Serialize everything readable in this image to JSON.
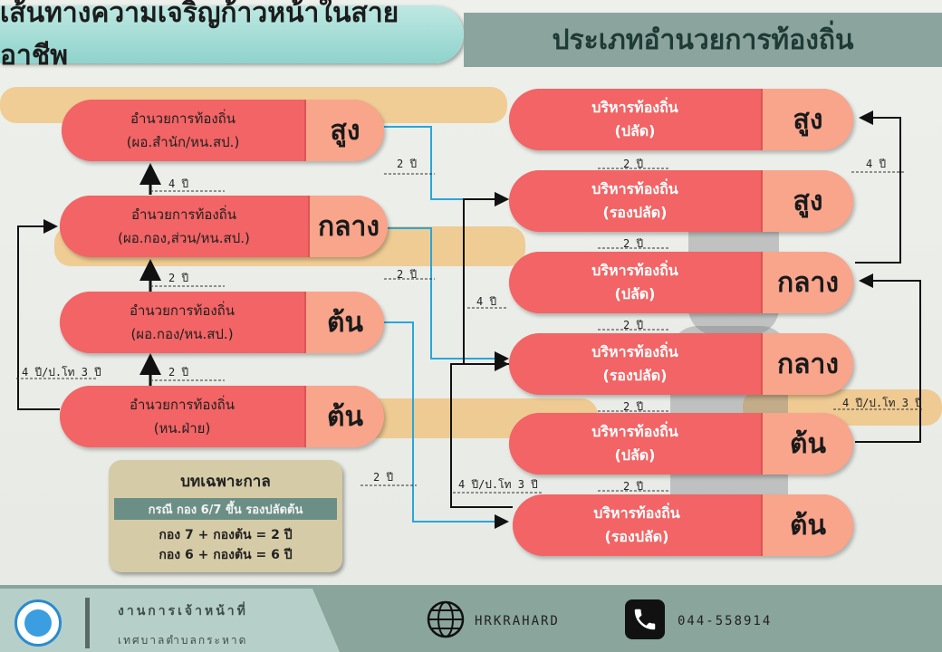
{
  "header": {
    "title_left": "เส้นทางความเจริญก้าวหน้าในสายอาชีพ",
    "title_right": "ประเภทอำนวยการท้องถิ่น"
  },
  "left_boxes": [
    {
      "line1": "อำนวยการท้องถิ่น",
      "line2": "(ผอ.สำนัก/หน.สป.)",
      "level": "สูง"
    },
    {
      "line1": "อำนวยการท้องถิ่น",
      "line2": "(ผอ.กอง,ส่วน/หน.สป.)",
      "level": "กลาง"
    },
    {
      "line1": "อำนวยการท้องถิ่น",
      "line2": "(ผอ.กอง/หน.สป.)",
      "level": "ต้น"
    },
    {
      "line1": "อำนวยการท้องถิ่น",
      "line2": "(หน.ฝ่าย)",
      "level": "ต้น"
    }
  ],
  "right_boxes": [
    {
      "line1": "บริหารท้องถิ่น",
      "line2": "(ปลัด)",
      "level": "สูง"
    },
    {
      "line1": "บริหารท้องถิ่น",
      "line2": "(รองปลัด)",
      "level": "สูง"
    },
    {
      "line1": "บริหารท้องถิ่น",
      "line2": "(ปลัด)",
      "level": "กลาง"
    },
    {
      "line1": "บริหารท้องถิ่น",
      "line2": "(รองปลัด)",
      "level": "กลาง"
    },
    {
      "line1": "บริหารท้องถิ่น",
      "line2": "(ปลัด)",
      "level": "ต้น"
    },
    {
      "line1": "บริหารท้องถิ่น",
      "line2": "(รองปลัด)",
      "level": "ต้น"
    }
  ],
  "labels": {
    "left_4y": "4 ปี",
    "left_2y_a": "2 ปี",
    "left_2y_b": "2 ปี",
    "left_side": "4 ปี/ป.โท 3 ปี",
    "mid_2y_a": "2 ปี",
    "mid_2y_b": "2 ปี",
    "mid_4y": "4 ปี",
    "mid_2y_c": "2 ปี",
    "mid_side": "4 ปี/ป.โท 3 ปี",
    "r_2y_1": "2 ปี",
    "r_2y_2": "2 ปี",
    "r_2y_3": "2 ปี",
    "r_2y_4": "2 ปี",
    "r_2y_5": "2 ปี",
    "far_4y": "4 ปี",
    "far_side": "4 ปี/ป.โท 3 ปี"
  },
  "exception": {
    "heading": "บทเฉพาะกาล",
    "bar": "กรณี กอง 6/7 ขึ้น รองปลัดต้น",
    "line1": "กอง 7 + กองต้น = 2 ปี",
    "line2": "กอง 6 + กองต้น = 6 ปี"
  },
  "footer": {
    "dept": "งานการเจ้าหน้าที่",
    "org": "เทศบาลตำบลกระหาด",
    "web": "HRKRAHARD",
    "phone": "044-558914"
  },
  "colors": {
    "box": "#f26465",
    "level": "#f8a58c",
    "teal": "#8fd3cc"
  }
}
